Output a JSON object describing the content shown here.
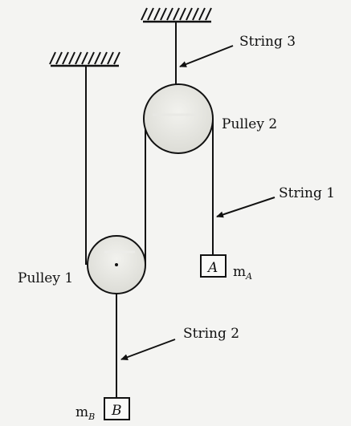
{
  "labels": {
    "string3": "String 3",
    "pulley2": "Pulley 2",
    "string1": "String 1",
    "pulley1": "Pulley 1",
    "string2": "String 2",
    "block_a": "A",
    "mass_a_base": "m",
    "mass_a_sub": "A",
    "block_b": "B",
    "mass_b_base": "m",
    "mass_b_sub": "B"
  }
}
